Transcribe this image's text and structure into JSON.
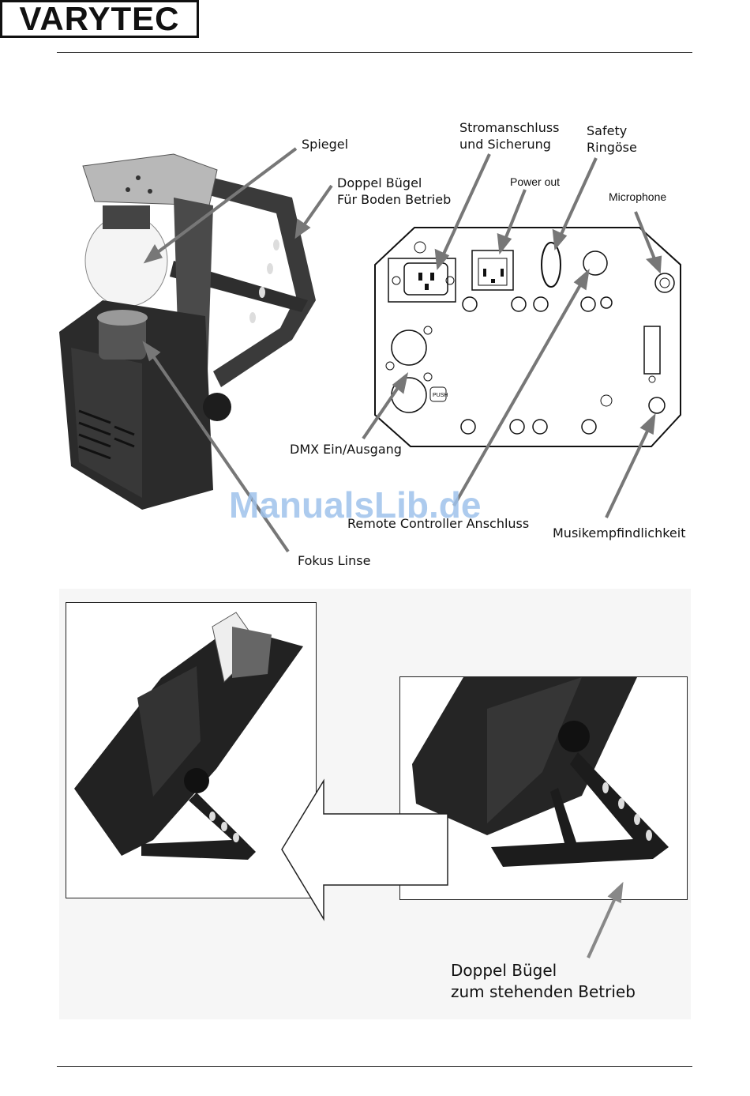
{
  "header": {
    "logo_text": "VARYTEC"
  },
  "labels": {
    "spiegel": "Spiegel",
    "doppel_buegel_boden": "Doppel Bügel\nFür Boden Betrieb",
    "stromanschluss": "Stromanschluss\nund Sicherung",
    "safety": "Safety\nRingöse",
    "power_out": "Power out",
    "microphone": "Microphone",
    "dmx": "DMX Ein/Ausgang",
    "remote": "Remote Controller Anschluss",
    "musik": "Musikempfindlichkeit",
    "fokus": "Fokus Linse",
    "doppel_buegel_stehend": "Doppel Bügel\nzum stehenden Betrieb",
    "push": "PUSH"
  },
  "watermark": "ManualsLib.de",
  "icons": [
    "scanner-device-photo",
    "rear-panel-diagram",
    "arrow-left-icon",
    "floor-stand-photo"
  ]
}
